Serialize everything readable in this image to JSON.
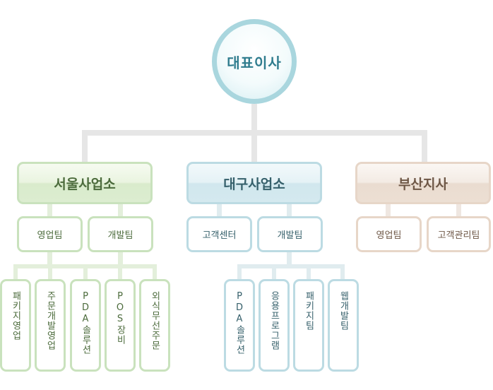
{
  "ceo": {
    "label": "대표이사"
  },
  "offices": [
    {
      "name": "서울사업소",
      "teams": [
        {
          "name": "영업팀",
          "units": [
            "패키지영업",
            "주문개발영업",
            "PDA솔루션"
          ]
        },
        {
          "name": "개발팀",
          "units": [
            "POS장비",
            "외식무선주문"
          ]
        }
      ]
    },
    {
      "name": "대구사업소",
      "teams": [
        {
          "name": "고객센터",
          "units": []
        },
        {
          "name": "개발팀",
          "units": [
            "PDA솔루션",
            "응용프로그램",
            "패키지팀",
            "웹개발팀"
          ]
        }
      ]
    },
    {
      "name": "부산지사",
      "teams": [
        {
          "name": "영업팀",
          "units": []
        },
        {
          "name": "고객관리팀",
          "units": []
        }
      ]
    }
  ],
  "colors": {
    "seoul": "#c9e2bd",
    "daegu": "#bcdbe3",
    "busan": "#e7d6c8",
    "ceo_ring": "#a9d6de"
  }
}
